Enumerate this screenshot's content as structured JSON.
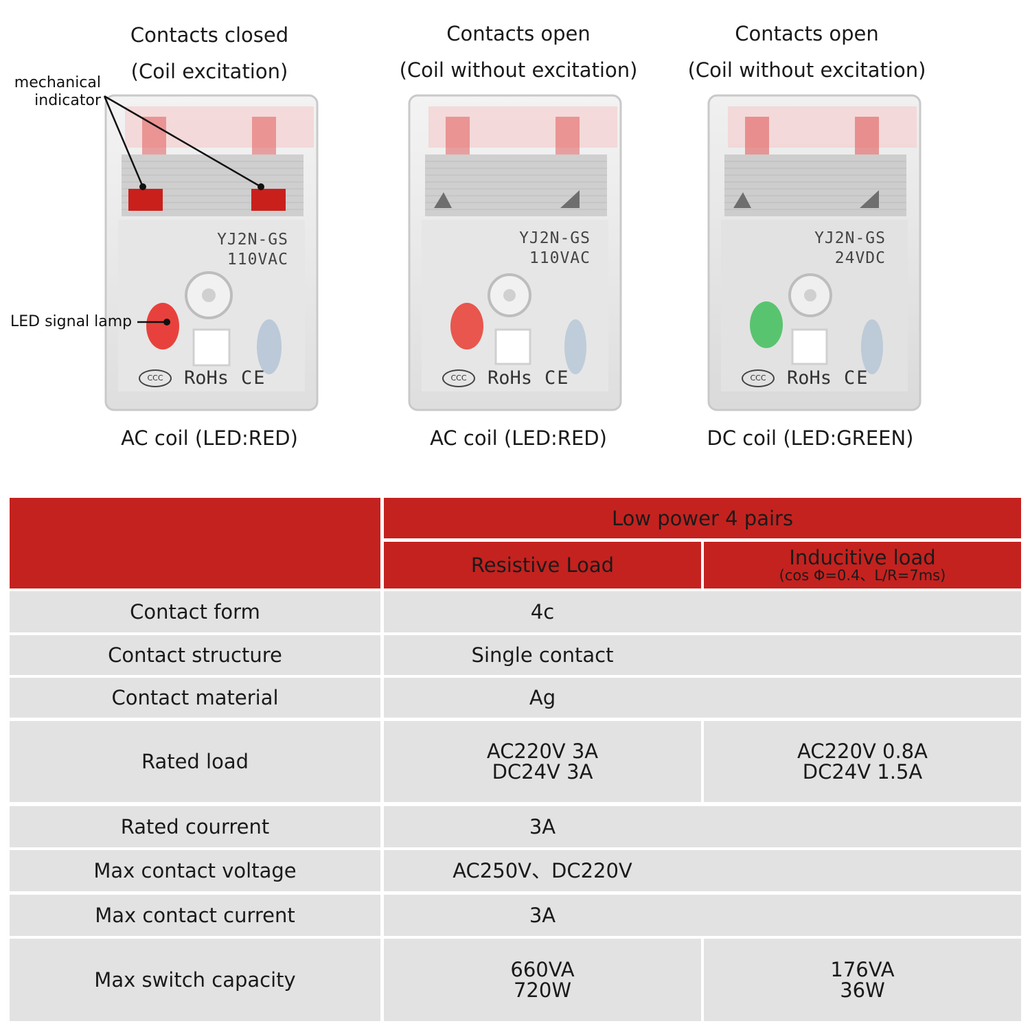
{
  "panels": [
    {
      "title": "Contacts closed",
      "subtitle": "(Coil excitation)",
      "model": "YJ2N-GS",
      "rating": "110VAC",
      "coil": "AC coil (LED:RED)",
      "led_color": "#e8413d",
      "indicator_color": "#c9201c"
    },
    {
      "title": "Contacts open",
      "subtitle": "(Coil without excitation)",
      "model": "YJ2N-GS",
      "rating": "110VAC",
      "coil": "AC coil (LED:RED)",
      "led_color": "#e8564d",
      "indicator_color": "#8d8d8d"
    },
    {
      "title": "Contacts open",
      "subtitle": "(Coil without excitation)",
      "model": "YJ2N-GS",
      "rating": "24VDC",
      "coil": "DC coil (LED:GREEN)",
      "led_color": "#59c46f",
      "indicator_color": "#8d8d8d"
    }
  ],
  "marks": {
    "ccc": "CCC",
    "rohs": "RoHs",
    "ce": "CE"
  },
  "annotations": {
    "mechanical": "mechanical indicator",
    "led": "LED signal lamp"
  },
  "table": {
    "header": "Low power 4 pairs",
    "col1": "Resistive Load",
    "col2": "Inducitive load",
    "col2_note": "(cos Φ=0.4、L/R=7ms)",
    "rows": [
      {
        "label": "Contact form",
        "value": "4c"
      },
      {
        "label": "Contact structure",
        "value": "Single contact"
      },
      {
        "label": "Contact material",
        "value": "Ag"
      },
      {
        "label": "Rated load",
        "res1": "AC220V 3A",
        "res2": "DC24V 3A",
        "ind1": "AC220V 0.8A",
        "ind2": "DC24V 1.5A"
      },
      {
        "label": "Rated courrent",
        "value": "3A"
      },
      {
        "label": "Max contact voltage",
        "value": "AC250V、DC220V"
      },
      {
        "label": "Max contact current",
        "value": "3A"
      },
      {
        "label": "Max switch capacity",
        "res1": "660VA",
        "res2": "720W",
        "ind1": "176VA",
        "ind2": "36W"
      }
    ]
  },
  "colors": {
    "header_red": "#c4221f",
    "row_grey": "#e2e2e2"
  }
}
